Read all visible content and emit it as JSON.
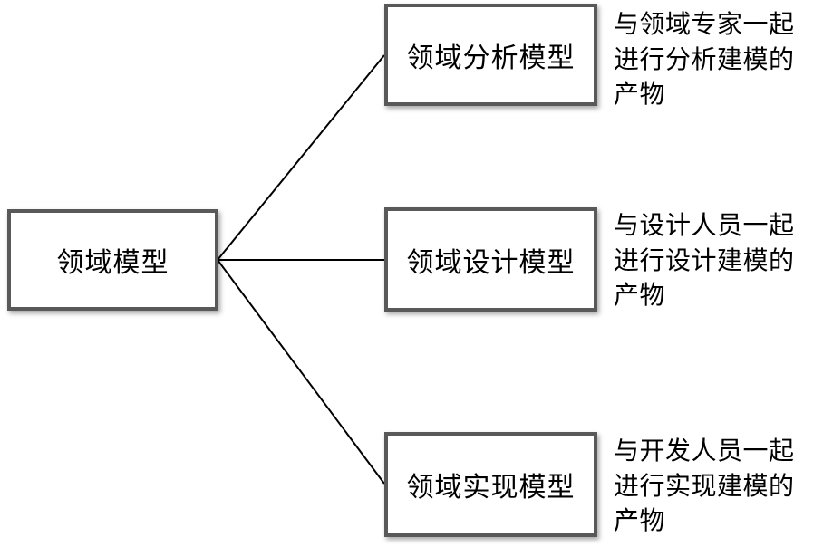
{
  "diagram": {
    "type": "tree",
    "root": {
      "label": "领域模型"
    },
    "children": [
      {
        "label": "领域分析模型",
        "note": [
          "与领域专家一起",
          "进行分析建模的",
          "产物"
        ]
      },
      {
        "label": "领域设计模型",
        "note": [
          "与设计人员一起",
          "进行设计建模的",
          "产物"
        ]
      },
      {
        "label": "领域实现模型",
        "note": [
          "与开发人员一起",
          "进行实现建模的",
          "产物"
        ]
      }
    ],
    "colors": {
      "background": "#ffffff",
      "box_border": "#595959",
      "connector": "#000000",
      "text": "#000000"
    }
  }
}
